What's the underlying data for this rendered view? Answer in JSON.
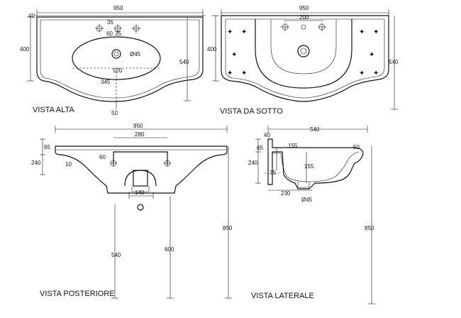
{
  "views": {
    "top": {
      "title": "VISTA ALTA",
      "dims": {
        "width": "950",
        "depth": "400",
        "height_total": "540",
        "edge": "40",
        "tap_offset": "35",
        "tap_spacing_a": "60",
        "tap_spacing_b": "35",
        "drain": "Ø45",
        "bowl_width": "520",
        "bowl_depth": "345",
        "front_lip": "50"
      }
    },
    "bottom": {
      "title": "VISTA DA SOTTO",
      "dims": {
        "width": "950",
        "tap_span": "200",
        "depth": "400",
        "height_total": "540"
      }
    },
    "back": {
      "title": "VISTA POSTERIORE",
      "dims": {
        "width": "950",
        "fixing_span": "280",
        "rim": "65",
        "rim_height": "240",
        "fixing_drop": "60",
        "edge": "10",
        "pedestal_width": "140",
        "pedestal_height": "540",
        "drain_height": "600",
        "total_height": "850"
      }
    },
    "side": {
      "title": "VISTA LATERALE",
      "dims": {
        "depth": "540",
        "wall_gap": "40",
        "rim": "65",
        "rim_height": "240",
        "inner_offset": "155",
        "inner_height": "155",
        "lip": "50",
        "trap_offset": "75",
        "trap_depth": "230",
        "drain": "Ø45",
        "total_height": "850"
      }
    }
  }
}
